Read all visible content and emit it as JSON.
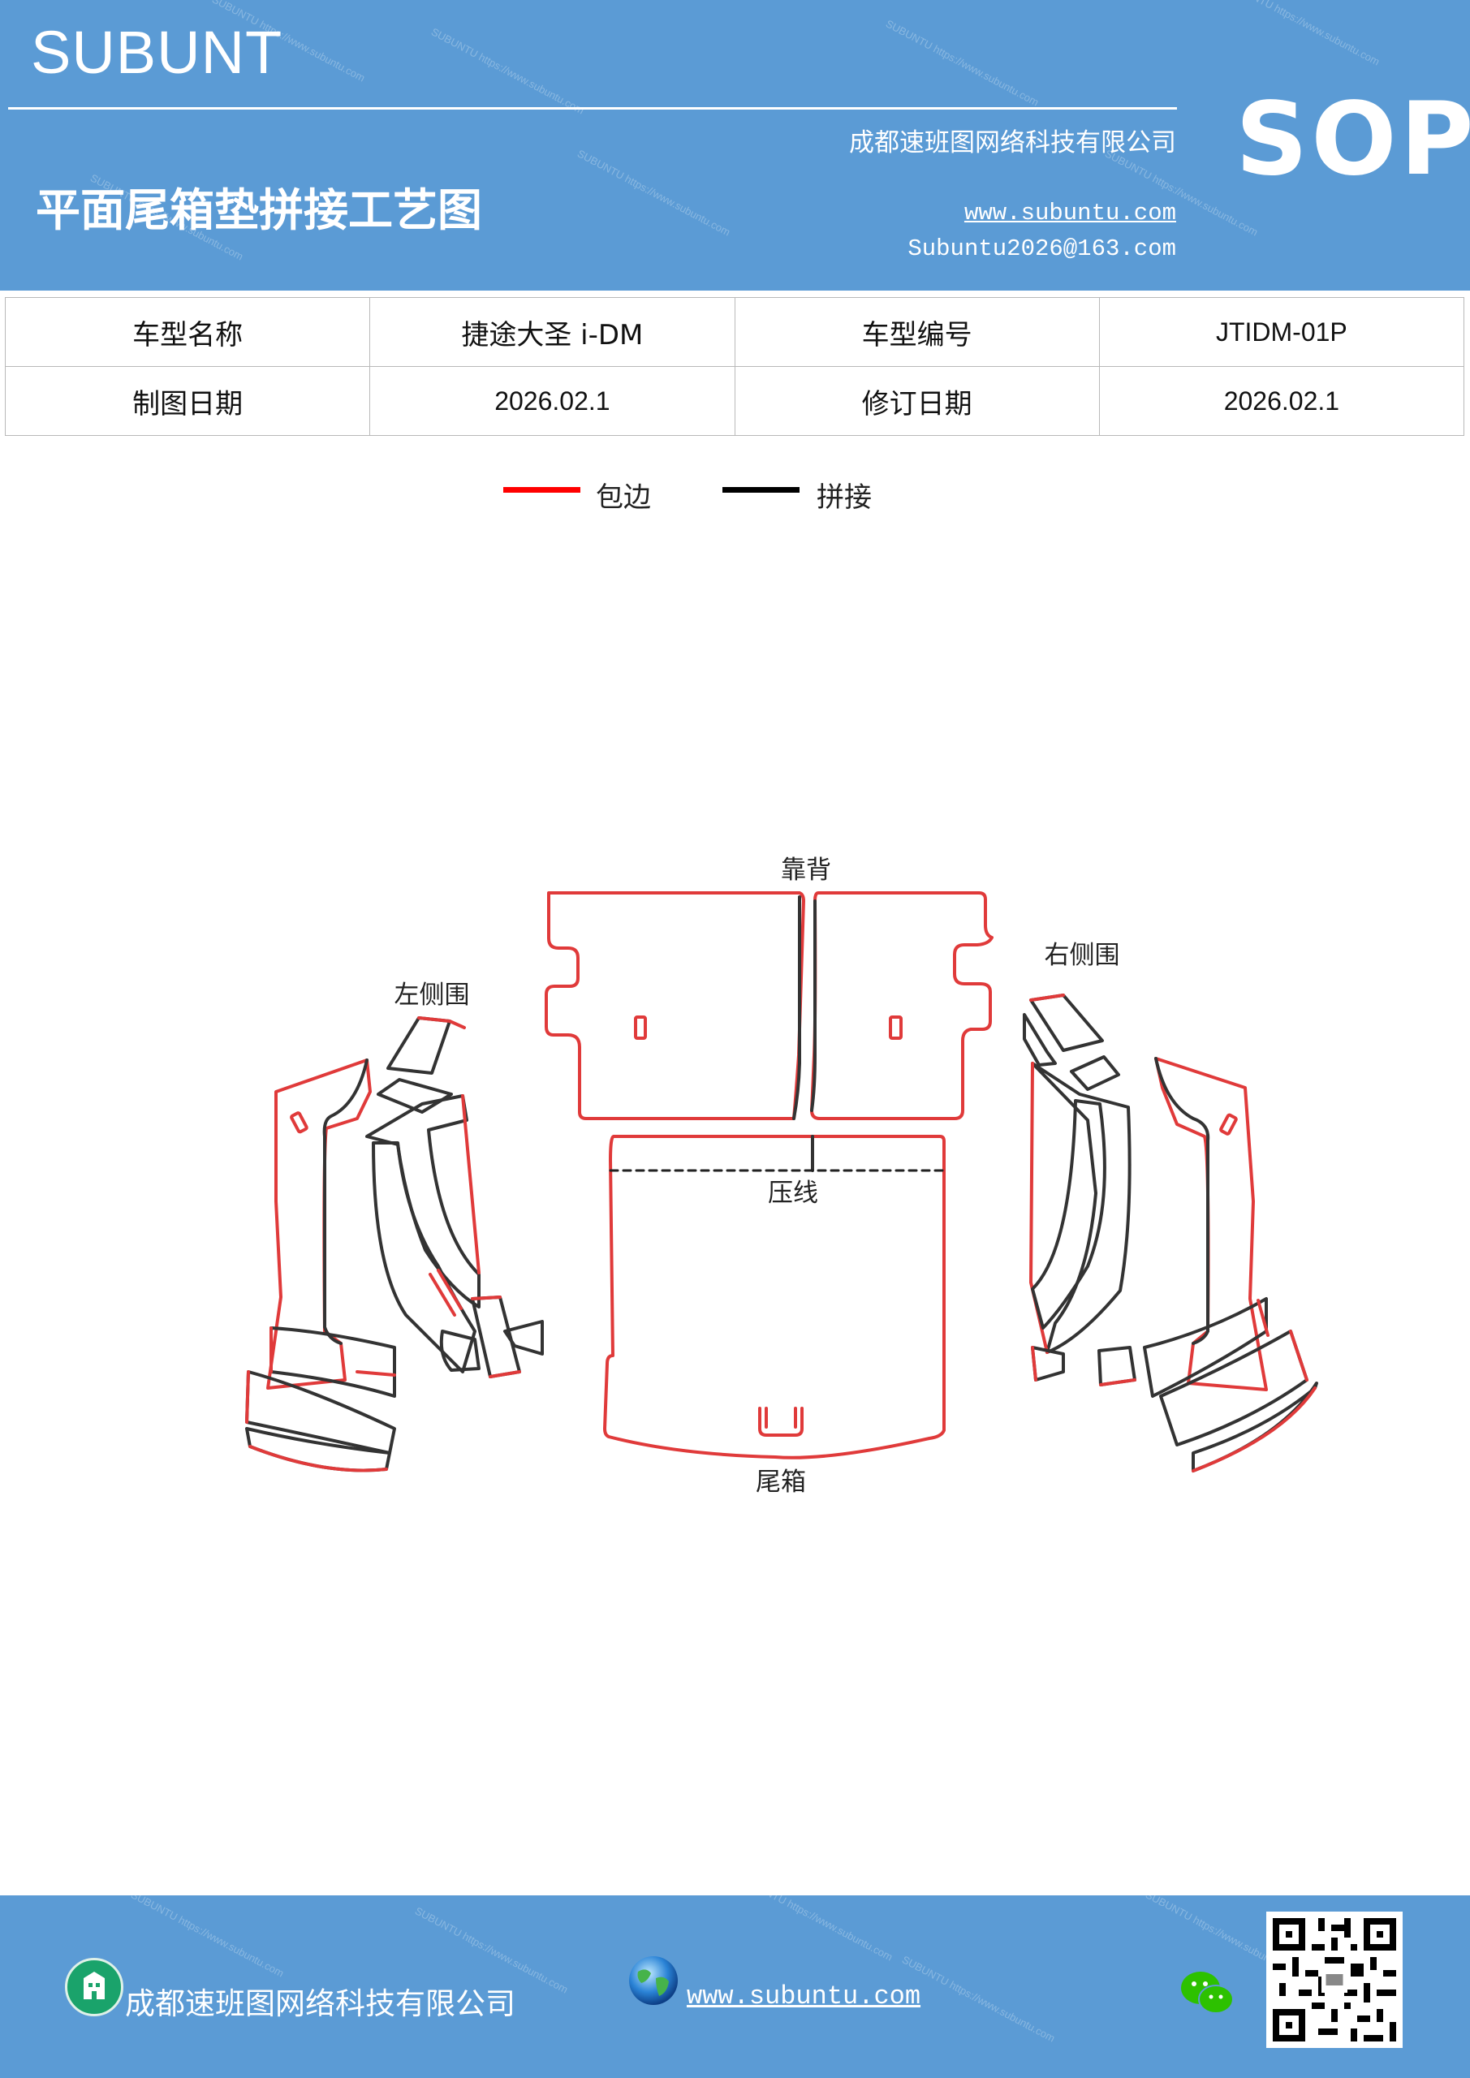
{
  "header": {
    "brand": "SUBUNT",
    "company": "成都速班图网络科技有限公司",
    "title": "平面尾箱垫拼接工艺图",
    "website": "www.subuntu.com",
    "email": "Subuntu2026@163.com",
    "badge": "SOP"
  },
  "info_table": {
    "rows": [
      {
        "label1": "车型名称",
        "value1": "捷途大圣 i-DM",
        "label2": "车型编号",
        "value2": "JTIDM-01P"
      },
      {
        "label1": "制图日期",
        "value1": "2026.02.1",
        "label2": "修订日期",
        "value2": "2026.02.1"
      }
    ]
  },
  "legend": {
    "items": [
      {
        "label": "包边",
        "color": "#ff0000"
      },
      {
        "label": "拼接",
        "color": "#000000"
      }
    ]
  },
  "diagram": {
    "labels": {
      "backrest": "靠背",
      "left_side": "左侧围",
      "right_side": "右侧围",
      "press_line": "压线",
      "trunk": "尾箱"
    },
    "edge_color": "#e03a3a",
    "seam_color": "#333333"
  },
  "footer": {
    "company": "成都速班图网络科技有限公司",
    "website": "www.subuntu.com"
  },
  "colors": {
    "band": "#5b9bd5",
    "text_on_band": "#ffffff"
  }
}
